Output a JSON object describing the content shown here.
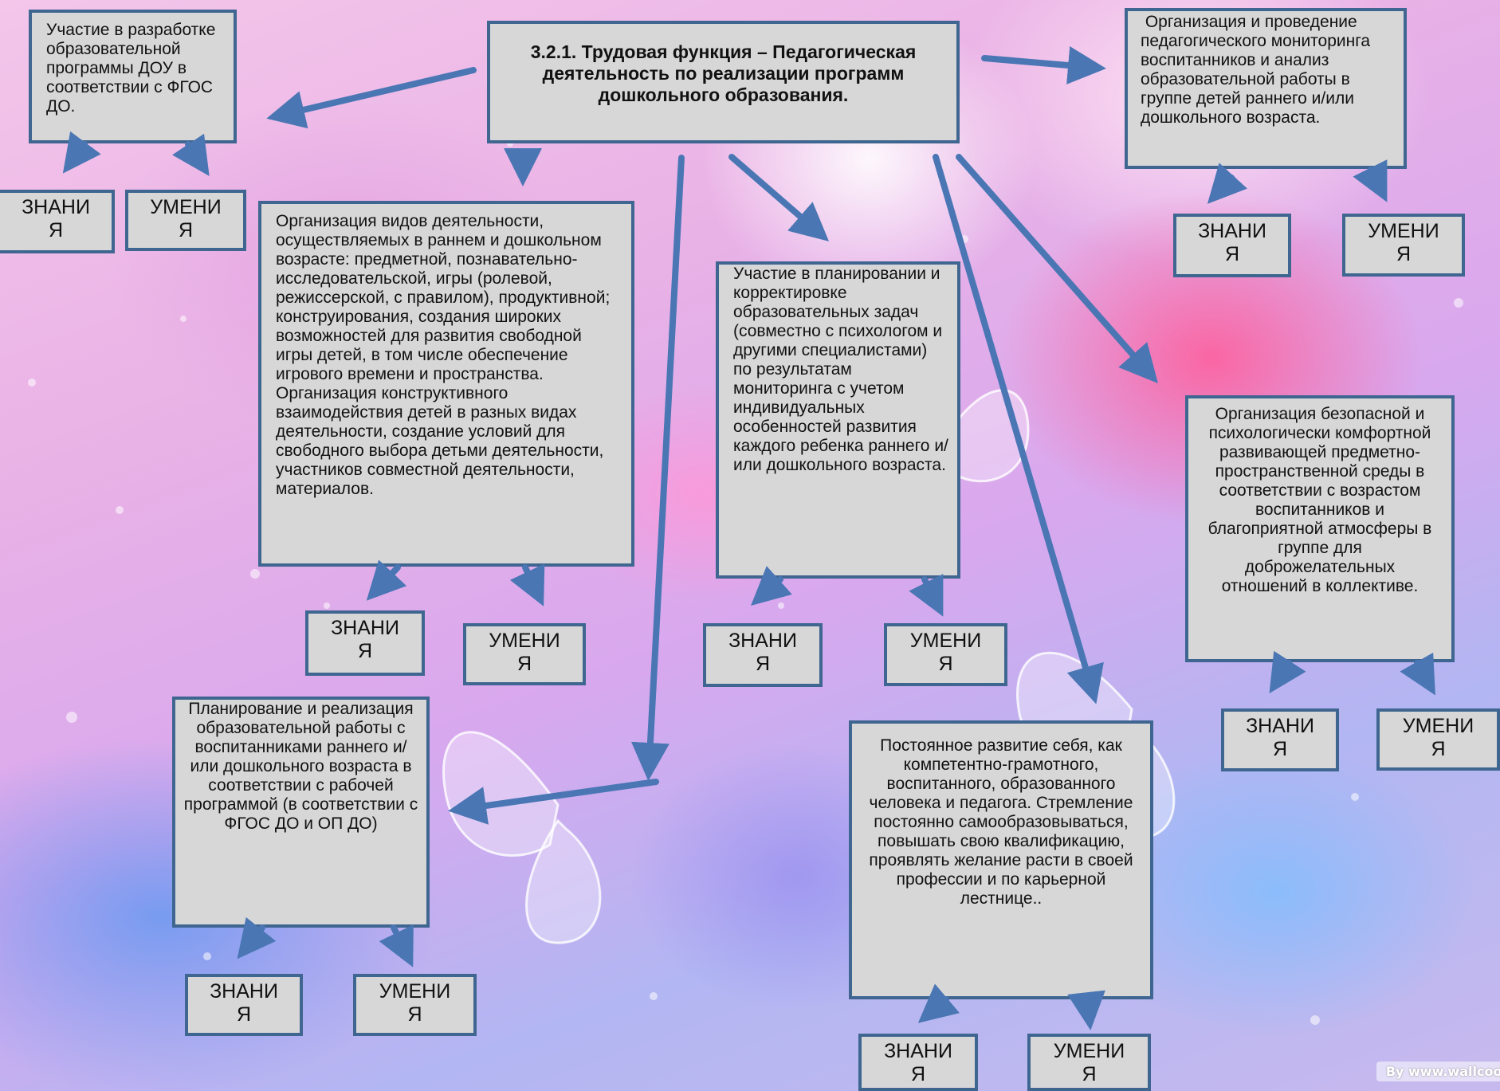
{
  "central": "3.2.1. Трудовая функция – Педагогическая деятельность по реализации программ дошкольного образования.",
  "functions": {
    "participation_program": "Участие в разработке образовательной программы ДОУ в соответствии с ФГОС ДО.",
    "monitoring": " Организация и проведение педагогического мониторинга воспитанников и анализ образовательной работы в группе детей раннего и/или дошкольного возраста.",
    "activities": "Организация видов деятельности, осуществляемых в раннем и дошкольном возрасте: предметной,  познавательно-исследовательской, игры (ролевой, режиссерской, с правилом), продуктивной; конструирования, создания широких возможностей для развития свободной игры детей, в том числе обеспечение игрового времени и пространства. Организация конструктивного  взаимодействия детей в разных видах деятельности, создание условий для свободного выбора детьми деятельности, участников совместной деятельности, материалов.",
    "planning_tasks": "Участие в планировании и корректировке образовательных задач (совместно с психологом и другими специалистами) по результатам мониторинга с учетом индивидуальных особенностей развития каждого ребенка раннего и/или дошкольного возраста.",
    "safe_environment": "Организация безопасной и психологически комфортной развивающей предметно-пространственной среды в соответствии с возрастом воспитанников и благоприятной атмосферы в группе для доброжелательных отношений в коллективе.",
    "planning_work": "Планирование и реализация образовательной работы с воспитанниками раннего и/или дошкольного возраста в соответствии с рабочей программой (в соответствии с ФГОС ДО и ОП ДО)",
    "self_development": "Постоянное развитие себя, как компетентно-грамотного, воспитанного, образованного человека и педагога. Стремление постоянно самообразовываться, повышать свою квалификацию, проявлять желание расти в своей профессии и по карьерной лестнице.."
  },
  "znaniya_line1": "ЗНАНИ",
  "znaniya_line2": "Я",
  "umeniya_line1": "УМЕНИ",
  "umeniya_line2": "Я",
  "watermark": "By www.wallcoo.c",
  "colors": {
    "arrow": "#4a76b4",
    "box_fill": "#d7d7d7",
    "box_border": "#3f6690"
  }
}
